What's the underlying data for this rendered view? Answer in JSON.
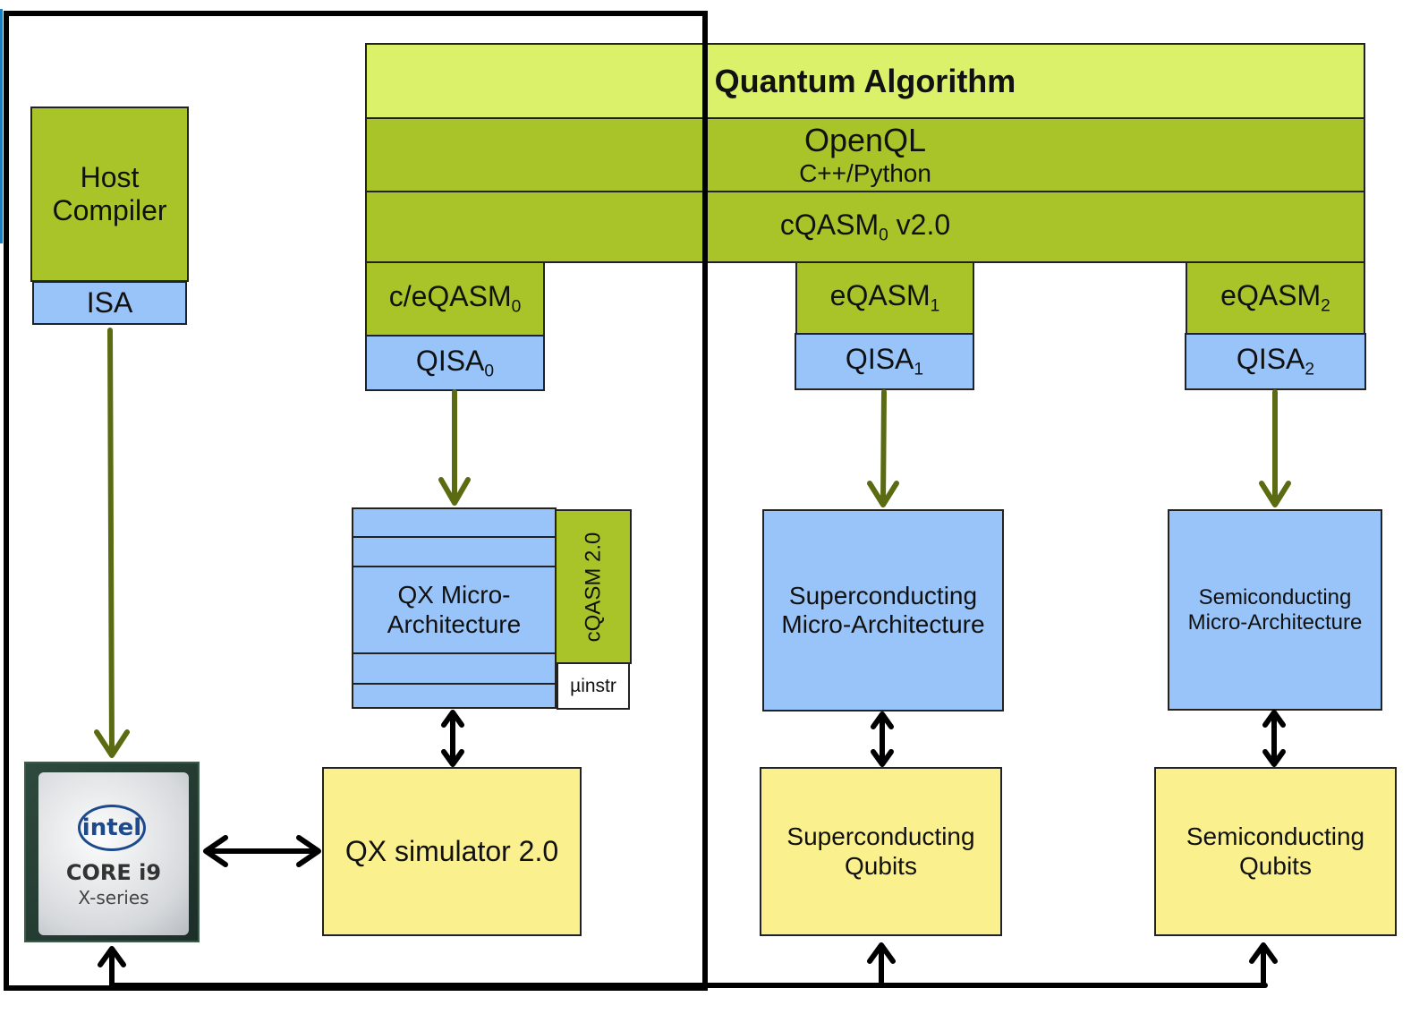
{
  "layers": {
    "quantum_algorithm": "Quantum Algorithm",
    "openql": "OpenQL",
    "openql_sub": "C++/Python",
    "cqasm_prefix": "cQASM",
    "cqasm_sub": "0",
    "cqasm_suffix": " v2.0"
  },
  "host": {
    "compiler_line1": "Host",
    "compiler_line2": "Compiler",
    "isa": "ISA",
    "chip_brand": "intel",
    "chip_model": "CORE i9",
    "chip_series": "X-series"
  },
  "columns": [
    {
      "asm_prefix": "c/eQASM",
      "asm_sub": "0",
      "qisa_prefix": "QISA",
      "qisa_sub": "0",
      "micro_line1": "QX Micro-",
      "micro_line2": "Architecture",
      "side_label": "cQASM 2.0",
      "uinstr": "µinstr",
      "target": "QX simulator 2.0"
    },
    {
      "asm_prefix": "eQASM",
      "asm_sub": "1",
      "qisa_prefix": "QISA",
      "qisa_sub": "1",
      "micro_line1": "Superconducting",
      "micro_line2": "Micro-Architecture",
      "target_line1": "Superconducting",
      "target_line2": "Qubits"
    },
    {
      "asm_prefix": "eQASM",
      "asm_sub": "2",
      "qisa_prefix": "QISA",
      "qisa_sub": "2",
      "micro_line1": "Semiconducting",
      "micro_line2": "Micro-Architecture",
      "target_line1": "Semiconducting",
      "target_line2": "Qubits"
    }
  ],
  "colors": {
    "green_light": "#dcf16a",
    "green": "#a9c428",
    "blue": "#99c4f9",
    "yellow": "#fbf08e",
    "arrow_green": "#5a6b12",
    "arrow_black": "#000000"
  }
}
